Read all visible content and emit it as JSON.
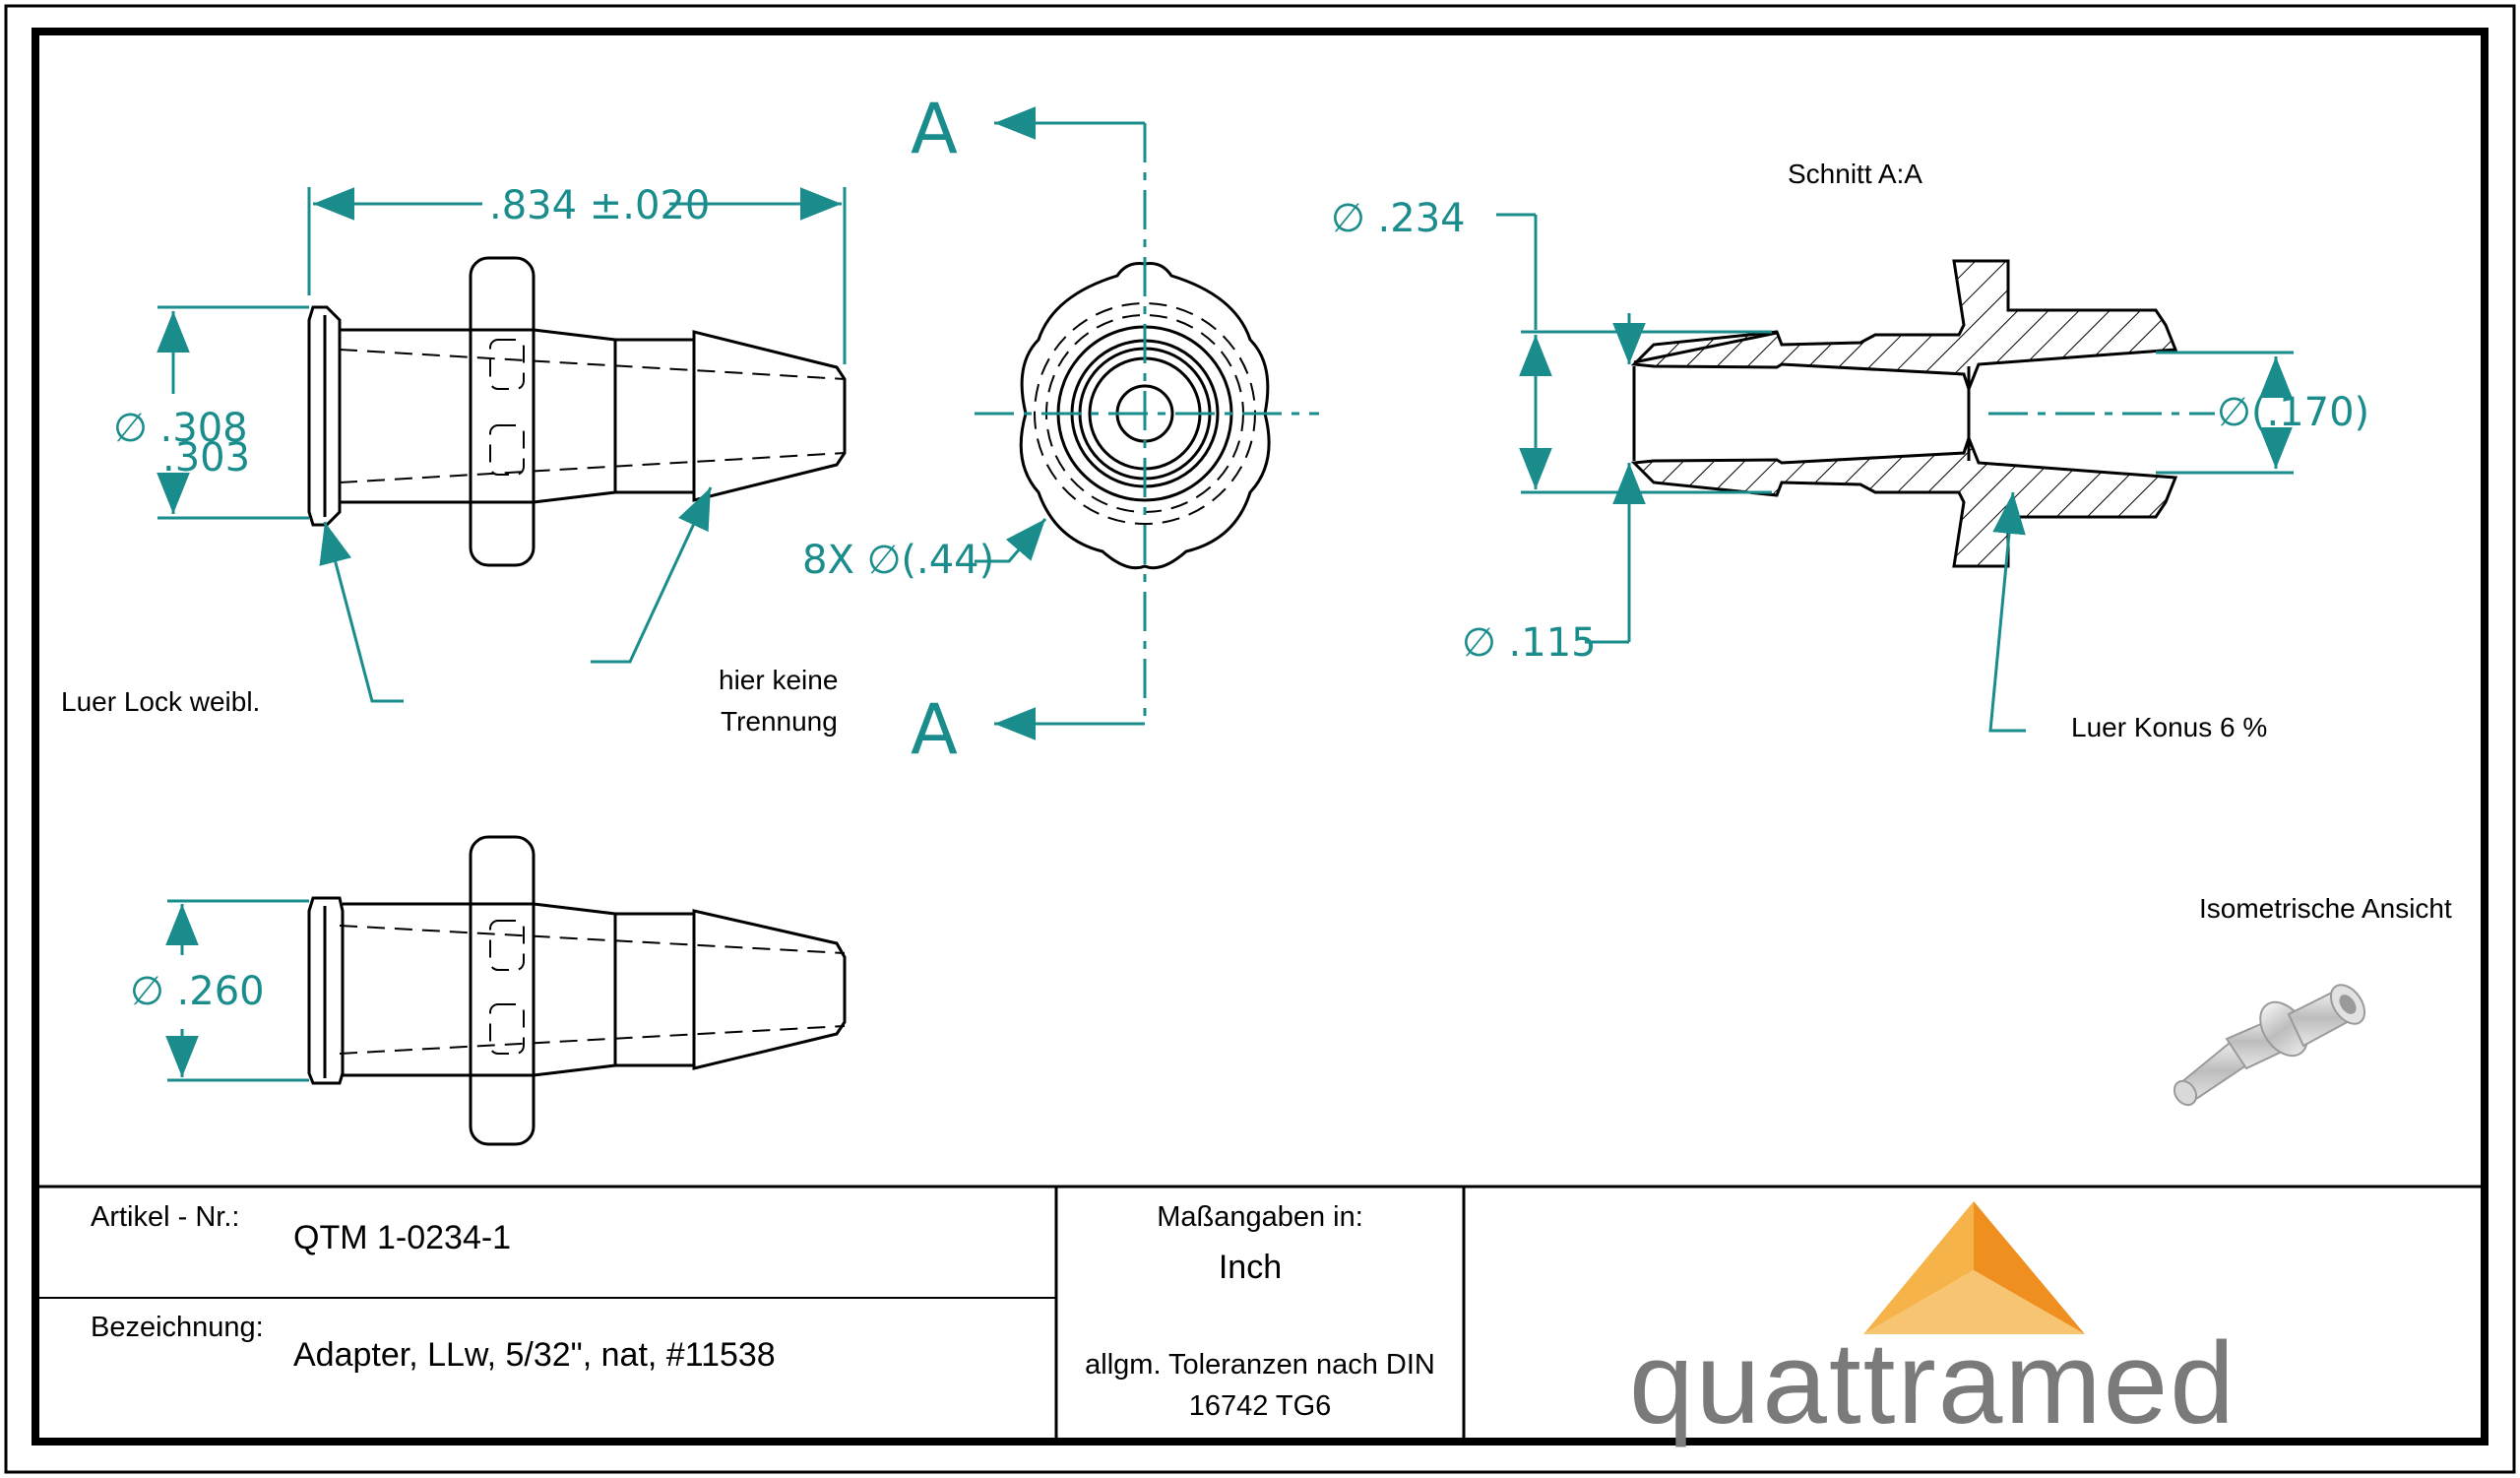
{
  "drawing": {
    "dimensions": {
      "length": ".834 ±.020",
      "outer_diameter_top": "∅ .308",
      "outer_diameter_bottom": ".303",
      "flange_lobes": "8X ∅(.44)",
      "bore_large": "∅ .234",
      "bore_small": "∅ .115",
      "luer_bore": "∅(.170)",
      "hose_diameter": "∅ .260"
    },
    "section_letter_top": "A",
    "section_letter_bottom": "A",
    "section_title": "Schnitt A:A",
    "notes": {
      "luer_lock": "Luer Lock weibl.",
      "no_separation_line1": "hier keine",
      "no_separation_line2": "Trennung",
      "luer_cone": "Luer Konus 6 %",
      "iso_view": "Isometrische Ansicht"
    },
    "colors": {
      "dimension": "#1a8c8c",
      "logo_orange": "#f2a23a",
      "logo_gray": "#7a7a7a"
    }
  },
  "title_block": {
    "article_label": "Artikel - Nr.:",
    "article_value": "QTM 1-0234-1",
    "description_label": "Bezeichnung:",
    "description_value": "Adapter, LLw, 5/32\", nat, #11538",
    "units_label": "Maßangaben in:",
    "units_value": "Inch",
    "tolerance_line1": "allgm. Toleranzen nach DIN",
    "tolerance_line2": "16742 TG6",
    "logo_text": "quattramed"
  }
}
